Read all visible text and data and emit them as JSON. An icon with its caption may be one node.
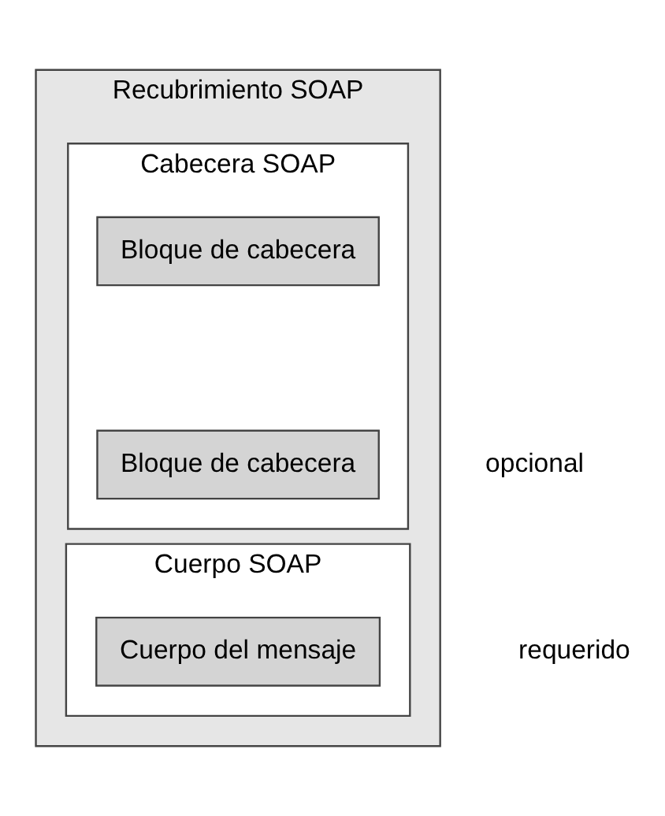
{
  "diagram": {
    "nodes": [
      {
        "text": [
          "Recubrimiento SOAP"
        ]
      },
      {
        "text": [
          "Cabecera SOAP"
        ],
        "in": 0
      },
      {
        "text": [
          "Bloque de cabecera"
        ],
        "in": 1
      },
      {
        "text": [
          "Bloque de cabecera"
        ],
        "in": 1
      },
      {
        "text": [
          "Cuerpo SOAP"
        ],
        "in": 0
      },
      {
        "text": [
          "Cuerpo del mensaje"
        ],
        "in": 4
      }
    ],
    "labels": [
      "opcional",
      "requerido"
    ]
  }
}
